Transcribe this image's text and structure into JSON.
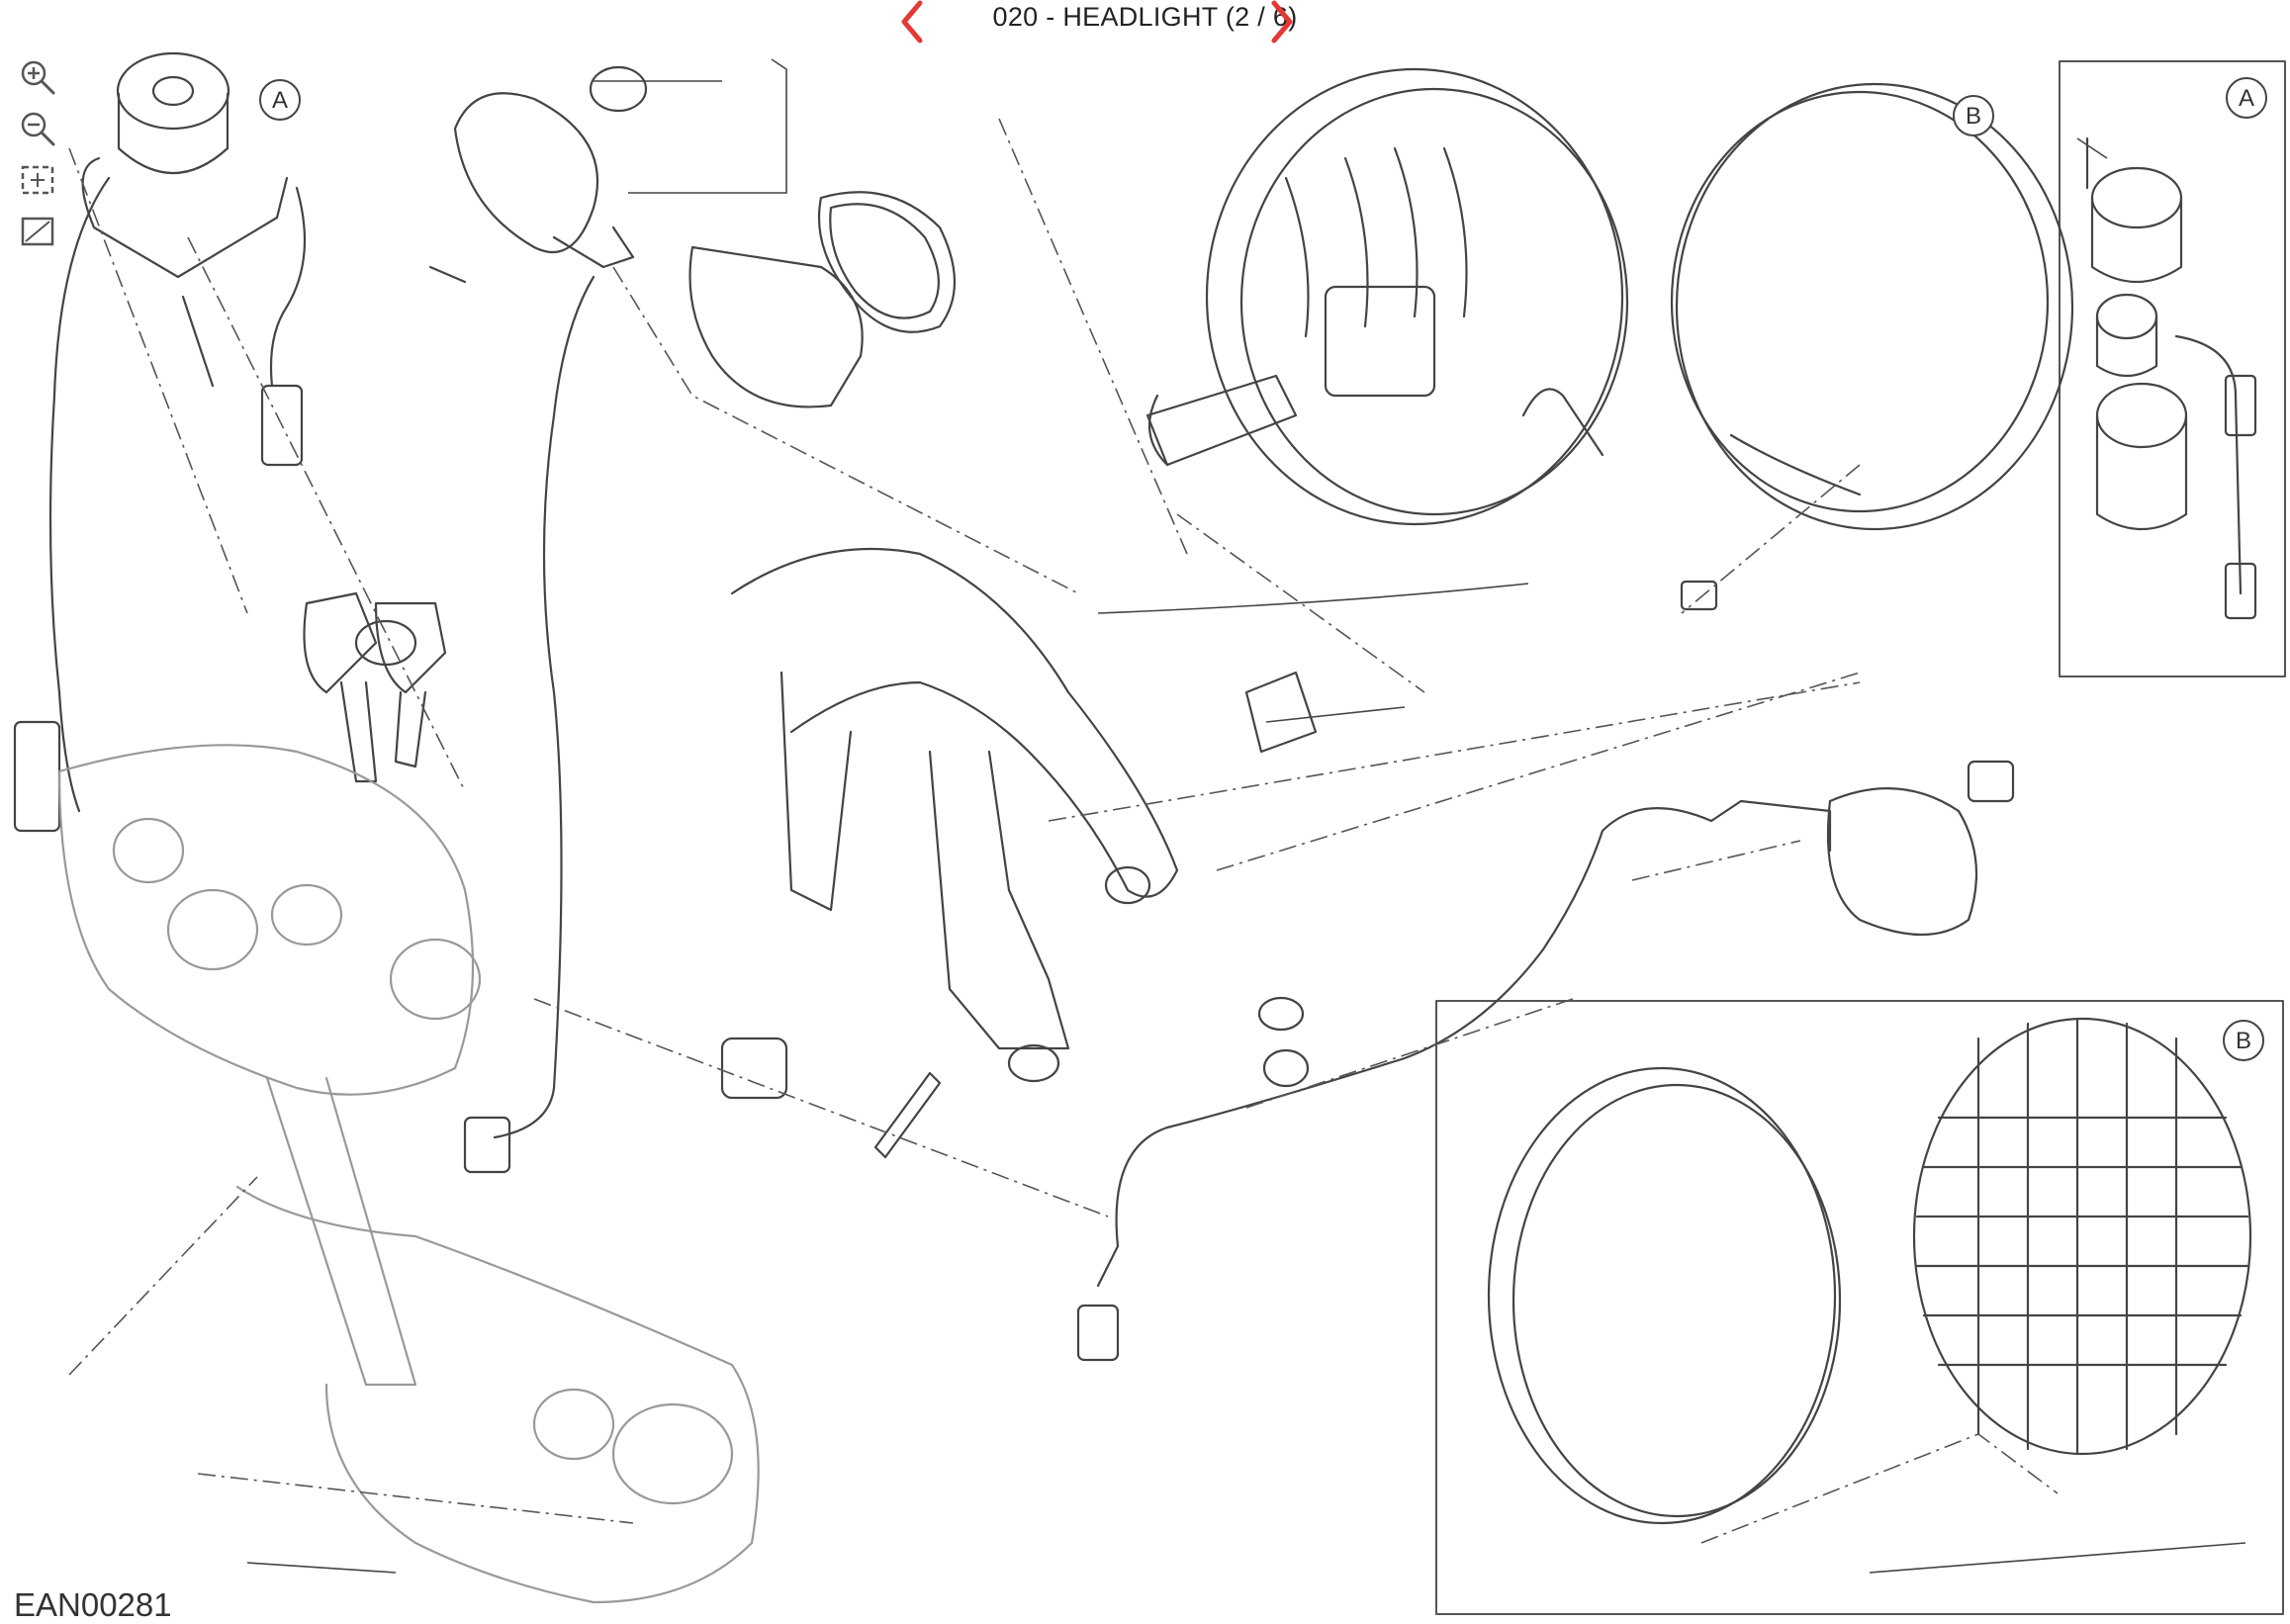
{
  "header": {
    "title": "020 - HEADLIGHT (2 / 6)",
    "prev_icon": "chevron-left-icon",
    "next_icon": "chevron-right-icon",
    "accent_color": "#e53935"
  },
  "toolbar": {
    "icons": [
      "zoom-in-icon",
      "zoom-out-icon",
      "fit-screen-icon",
      "fullscreen-icon"
    ]
  },
  "callouts": {
    "a_main": "A",
    "b_main": "B",
    "a_inset": "A",
    "b_inset": "B"
  },
  "footer": {
    "drawing_code": "EAN00281"
  }
}
